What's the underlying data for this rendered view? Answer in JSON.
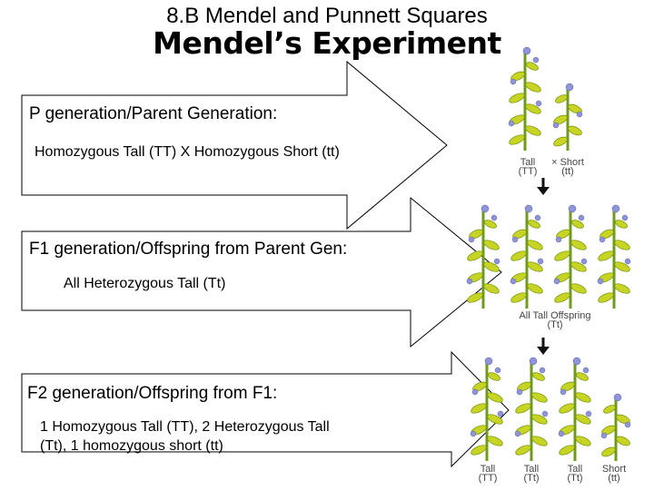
{
  "header": {
    "subtitle": "8.B Mendel and Punnett Squares",
    "title": "Mendel’s Experiment"
  },
  "stages": [
    {
      "heading": "P generation/Parent Generation:",
      "detail": "Homozygous Tall (TT) X Homozygous Short (tt)"
    },
    {
      "heading": "F1 generation/Offspring from Parent Gen:",
      "detail": "All Heterozygous Tall (Tt)"
    },
    {
      "heading": "F2 generation/Offspring from F1:",
      "detail_line1": "1 Homozygous Tall (TT), 2 Heterozygous Tall",
      "detail_line2": "(Tt), 1 homozygous short (tt)"
    }
  ],
  "figure": {
    "p_captions": [
      {
        "line1": "Tall",
        "line2": "(TT)"
      },
      {
        "line1": "× Short",
        "line2": "(tt)"
      }
    ],
    "f1_caption": {
      "line1": "All Tall Offspring",
      "line2": "(Tt)"
    },
    "f2_captions": [
      {
        "line1": "Tall",
        "line2": "(TT)"
      },
      {
        "line1": "Tall",
        "line2": "(Tt)"
      },
      {
        "line1": "Tall",
        "line2": "(Tt)"
      },
      {
        "line1": "Short",
        "line2": "(tt)"
      }
    ],
    "colors": {
      "stem": "#6f9a1e",
      "leaf": "#c8d424",
      "flower": "#8f95d6",
      "arrow": "#111111"
    }
  }
}
